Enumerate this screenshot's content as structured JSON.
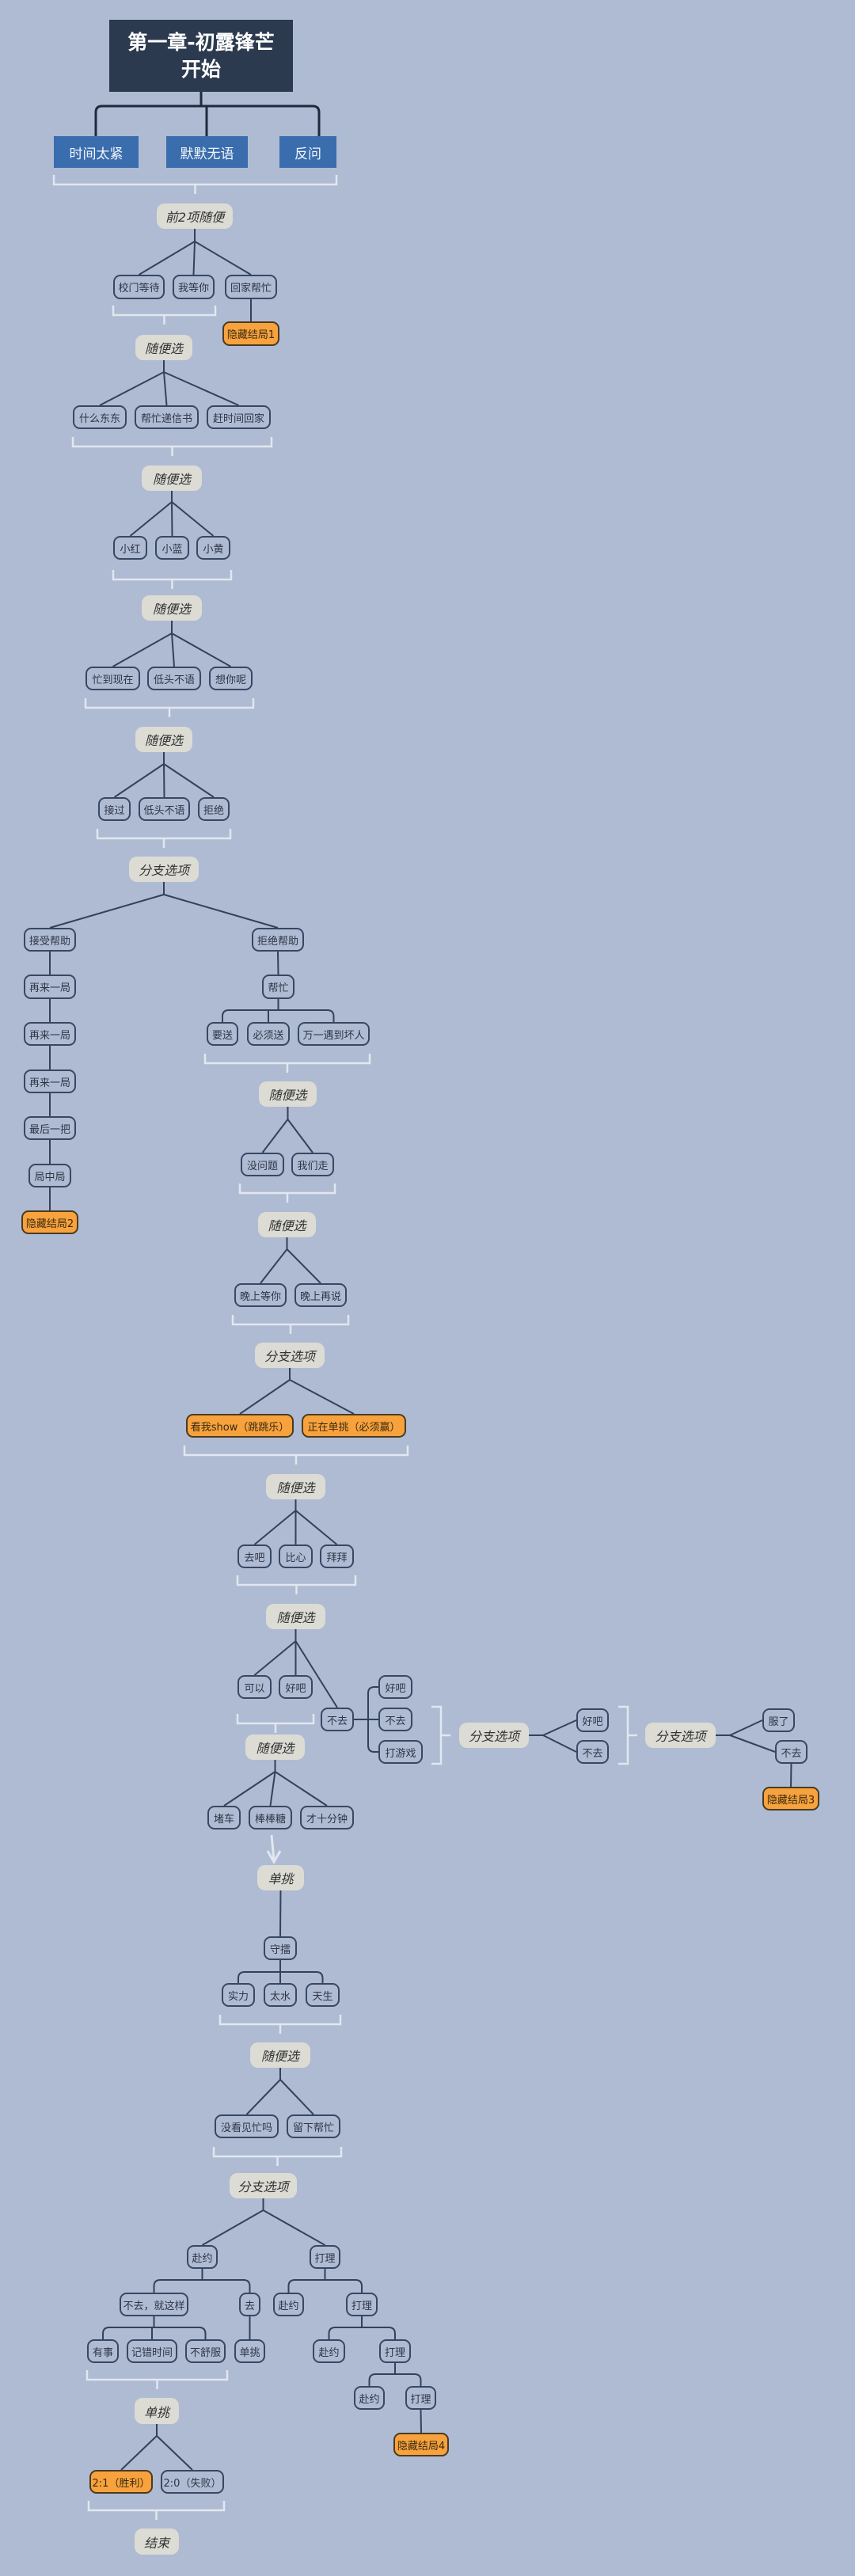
{
  "nodes": {
    "root": "第一章-初露锋芒\n开始",
    "b1": "时间太紧",
    "b2": "默默无语",
    "b3": "反问",
    "s1": "前2项随便",
    "n1a": "校门等待",
    "n1b": "我等你",
    "n1c": "回家帮忙",
    "e1": "隐藏结局1",
    "s2": "随便选",
    "n2a": "什么东东",
    "n2b": "帮忙递信书",
    "n2c": "赶时间回家",
    "s3": "随便选",
    "n3a": "小红",
    "n3b": "小蓝",
    "n3c": "小黄",
    "s4": "随便选",
    "n4a": "忙到现在",
    "n4b": "低头不语",
    "n4c": "想你呢",
    "s5": "随便选",
    "n5a": "接过",
    "n5b": "低头不语",
    "n5c": "拒绝",
    "s6": "分支选项",
    "L1": "接受帮助",
    "L2": "再来一局",
    "L3": "再来一局",
    "L4": "再来一局",
    "L5": "最后一把",
    "L6": "局中局",
    "e2": "隐藏结局2",
    "R1": "拒绝帮助",
    "R2": "帮忙",
    "n7a": "要送",
    "n7b": "必须送",
    "n7c": "万一遇到坏人",
    "s7": "随便选",
    "n8a": "没问题",
    "n8b": "我们走",
    "s8": "随便选",
    "n9a": "晚上等你",
    "n9b": "晚上再说",
    "s9": "分支选项",
    "o10a": "看我show（跳跳乐）",
    "o10b": "正在单挑（必须赢）",
    "s10": "随便选",
    "n11a": "去吧",
    "n11b": "比心",
    "n11c": "拜拜",
    "s11": "随便选",
    "n12a": "可以",
    "n12b": "好吧",
    "n12c": "不去",
    "n13a": "好吧",
    "n13b": "不去",
    "n13c": "打游戏",
    "s12": "分支选项",
    "n14a": "好吧",
    "n14b": "不去",
    "s13": "分支选项",
    "n15a": "服了",
    "n15b": "不去",
    "e3": "隐藏结局3",
    "s14": "随便选",
    "n16a": "堵车",
    "n16b": "棒棒糖",
    "n16c": "才十分钟",
    "s15": "单挑",
    "n17": "守擂",
    "n18a": "实力",
    "n18b": "太水",
    "n18c": "天生",
    "s16": "随便选",
    "n19a": "没看见忙吗",
    "n19b": "留下帮忙",
    "s17": "分支选项",
    "n20a": "赴约",
    "n20b": "打理",
    "n21a": "不去，就这样",
    "n21b": "去",
    "n21c": "赴约",
    "n21d": "打理",
    "n22a": "有事",
    "n22b": "记错时间",
    "n22c": "不舒服",
    "n22d": "单挑",
    "n22e": "赴约",
    "n22f": "打理",
    "n23a": "赴约",
    "n23b": "打理",
    "e4": "隐藏结局4",
    "s18": "单挑",
    "o24a": "2:1（胜利）",
    "n24b": "2:0（失败）",
    "s19": "结束"
  },
  "colors": {
    "background": "#aebbd3",
    "root": "#2c3a4f",
    "primary": "#3a6dad",
    "summary": "#dcdcd5",
    "ending": "#f7a23d",
    "line": "#34415a",
    "bracket": "#e2e7ef"
  }
}
